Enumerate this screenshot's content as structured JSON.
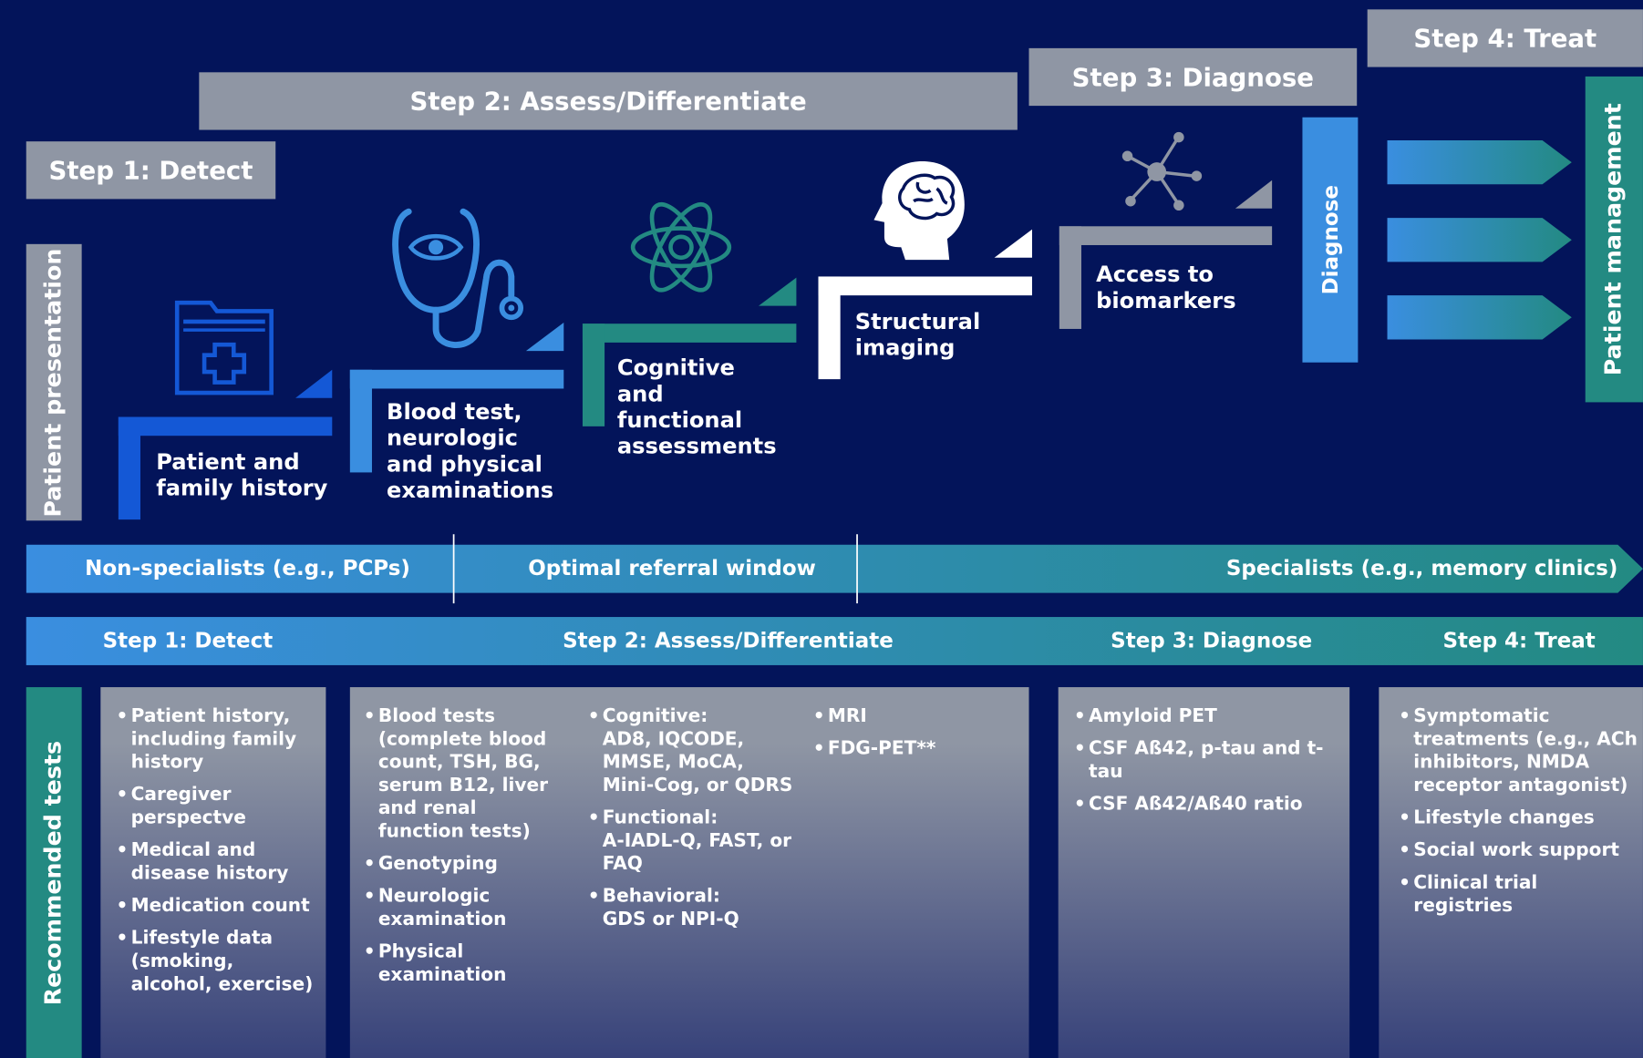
{
  "steps_top": {
    "detect": "Step 1: Detect",
    "assess": "Step 2: Assess/Differentiate",
    "diagnose": "Step 3: Diagnose",
    "treat": "Step 4: Treat"
  },
  "side_labels": {
    "patient_presentation": "Patient presentation",
    "diagnose": "Diagnose",
    "patient_management": "Patient management",
    "recommended_tests": "Recommended tests"
  },
  "stairs": [
    {
      "label": "Patient and family history",
      "icon": "medical-folder-icon",
      "color": "#1458d6"
    },
    {
      "label": "Blood test, neurologic and physical examinations",
      "icon": "stethoscope-icon",
      "color": "#3a8ee0"
    },
    {
      "label": "Cognitive and functional assessments",
      "icon": "atom-icon",
      "color": "#238a82"
    },
    {
      "label": "Structural imaging",
      "icon": "brain-head-icon",
      "color": "#ffffff"
    },
    {
      "label": "Access to biomarkers",
      "icon": "molecule-icon",
      "color": "#8f96a4"
    }
  ],
  "referral_band": {
    "non_specialists": "Non-specialists (e.g., PCPs)",
    "optimal_window": "Optimal referral window",
    "specialists": "Specialists (e.g., memory clinics)"
  },
  "steps_bottom": {
    "detect": "Step 1: Detect",
    "assess": "Step 2: Assess/Differentiate",
    "diagnose": "Step 3: Diagnose",
    "treat": "Step 4: Treat"
  },
  "tests": {
    "detect": [
      "Patient history, including family history",
      "Caregiver perspectve",
      "Medical and disease history",
      "Medication count",
      "Lifestyle data (smoking, alcohol, exercise)"
    ],
    "assess_col1": [
      "Blood tests (complete blood count, TSH, BG, serum B12, liver and renal function tests)",
      "Genotyping",
      "Neurologic examination",
      "Physical examination"
    ],
    "assess_col2": [
      {
        "head": "Cognitive:",
        "body": "AD8, IQCODE, MMSE, MoCA, Mini-Cog, or QDRS"
      },
      {
        "head": "Functional:",
        "body": "A-IADL-Q, FAST, or FAQ"
      },
      {
        "head": "Behavioral:",
        "body": "GDS or NPI-Q"
      }
    ],
    "assess_col3": [
      "MRI",
      "FDG-PET**"
    ],
    "diagnose": [
      "Amyloid PET",
      "CSF Aß42, p-tau and t-tau",
      "CSF Aß42/Aß40 ratio"
    ],
    "treat": [
      "Symptomatic treatments (e.g., ACh inhibitors, NMDA receptor antagonist)",
      "Lifestyle changes",
      "Social work support",
      "Clinical trial registries"
    ]
  },
  "colors": {
    "background": "#03145a",
    "gray": "#8f96a4",
    "blue": "#3a8ee0",
    "teal": "#238a82"
  }
}
